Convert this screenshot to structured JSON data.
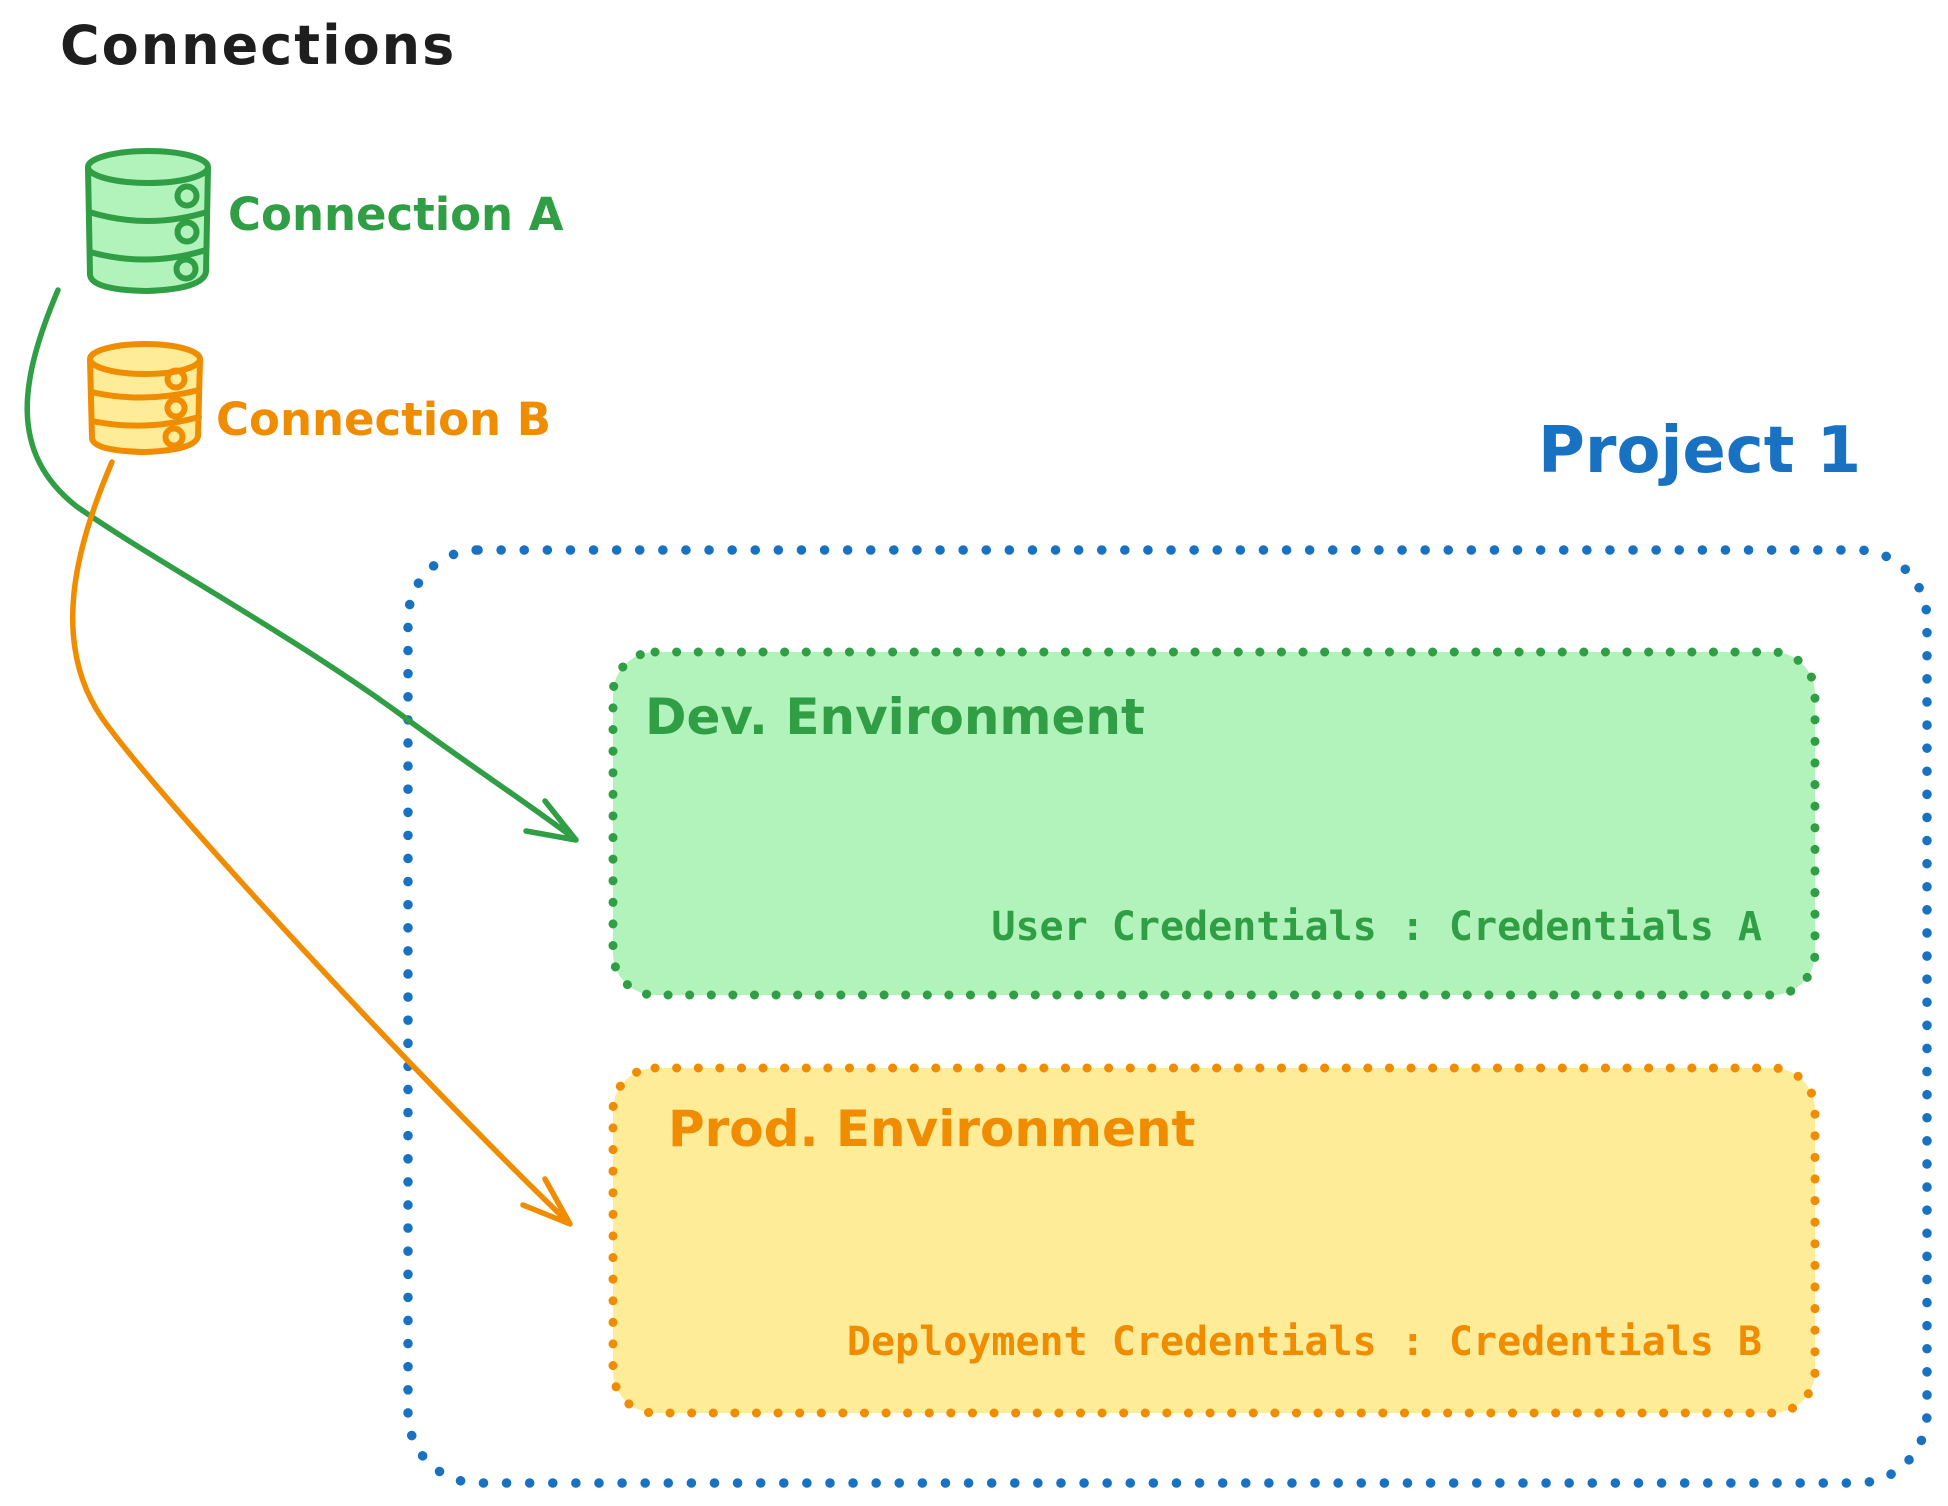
{
  "title": "Connections",
  "palette": {
    "ink": "#1e1e1e",
    "green_stroke": "#2f9e44",
    "green_fill": "#b2f2bb",
    "orange_stroke": "#f08c00",
    "orange_fill": "#ffec99",
    "blue_stroke": "#1971c2"
  },
  "connections": {
    "a": {
      "label": "Connection A",
      "color": "#2f9e44"
    },
    "b": {
      "label": "Connection B",
      "color": "#f08c00"
    }
  },
  "project": {
    "title": "Project 1",
    "color": "#1971c2",
    "environments": {
      "dev": {
        "name": "Dev. Environment",
        "credentials_label": "User Credentials : Credentials A"
      },
      "prod": {
        "name": "Prod. Environment",
        "credentials_label": "Deployment Credentials : Credentials B"
      }
    }
  }
}
